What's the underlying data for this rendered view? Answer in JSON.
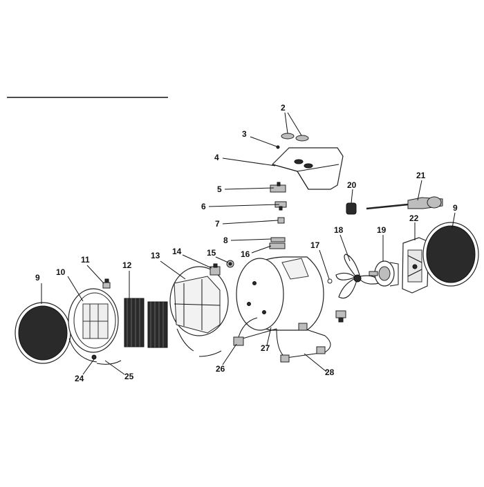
{
  "diagram": {
    "parts": [
      {
        "id": "p2",
        "number": "2"
      },
      {
        "id": "p3",
        "number": "3"
      },
      {
        "id": "p4",
        "number": "4"
      },
      {
        "id": "p5",
        "number": "5"
      },
      {
        "id": "p6",
        "number": "6"
      },
      {
        "id": "p7",
        "number": "7"
      },
      {
        "id": "p8",
        "number": "8"
      },
      {
        "id": "p9a",
        "number": "9"
      },
      {
        "id": "p9b",
        "number": "9"
      },
      {
        "id": "p10",
        "number": "10"
      },
      {
        "id": "p11",
        "number": "11"
      },
      {
        "id": "p12",
        "number": "12"
      },
      {
        "id": "p13",
        "number": "13"
      },
      {
        "id": "p14",
        "number": "14"
      },
      {
        "id": "p15",
        "number": "15"
      },
      {
        "id": "p16",
        "number": "16"
      },
      {
        "id": "p17",
        "number": "17"
      },
      {
        "id": "p18",
        "number": "18"
      },
      {
        "id": "p19",
        "number": "19"
      },
      {
        "id": "p20",
        "number": "20"
      },
      {
        "id": "p21",
        "number": "21"
      },
      {
        "id": "p22",
        "number": "22"
      },
      {
        "id": "p24",
        "number": "24"
      },
      {
        "id": "p25",
        "number": "25"
      },
      {
        "id": "p26",
        "number": "26"
      },
      {
        "id": "p27",
        "number": "27"
      },
      {
        "id": "p28",
        "number": "28"
      }
    ]
  }
}
